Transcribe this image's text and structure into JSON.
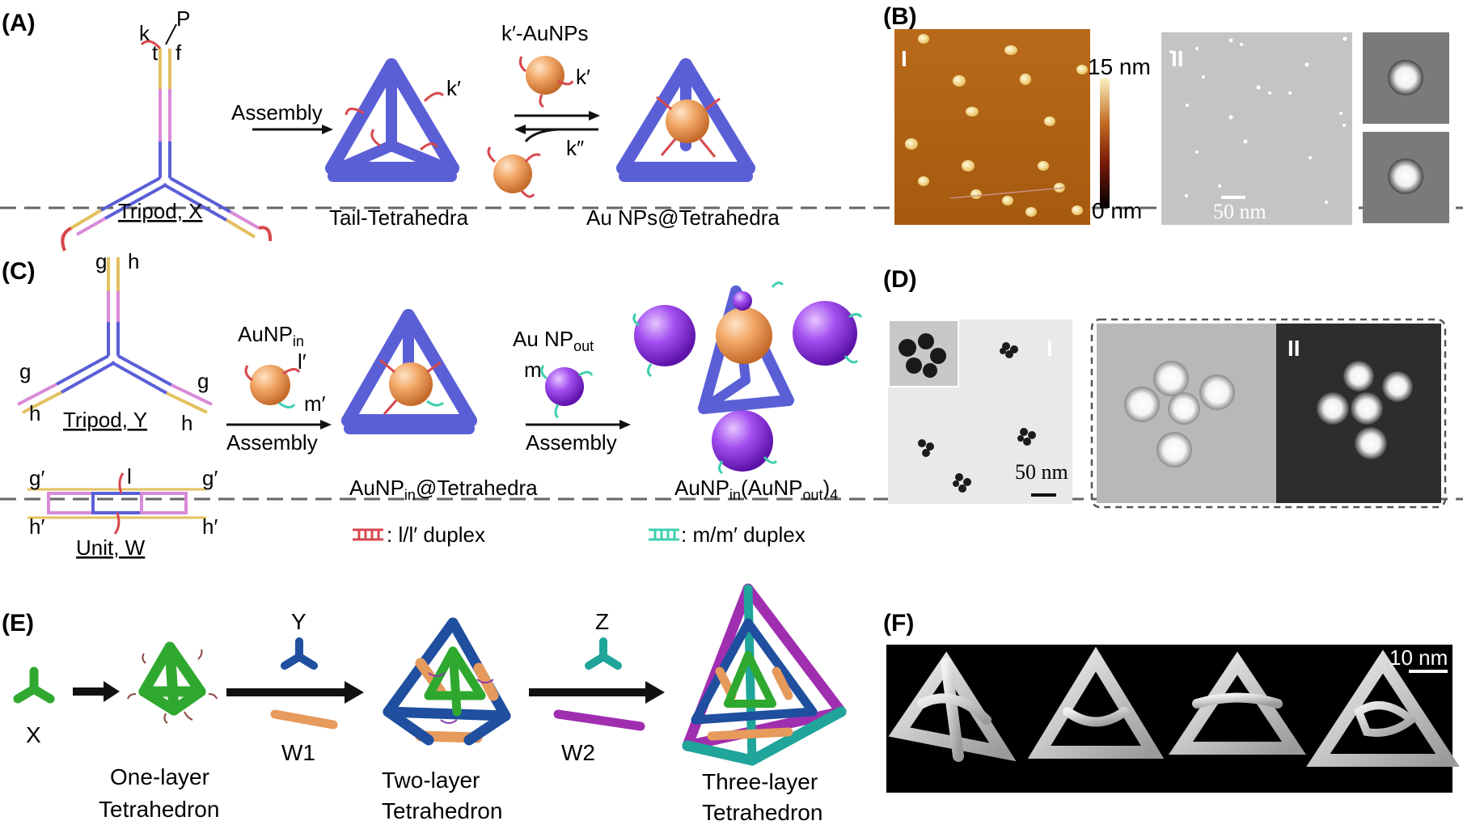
{
  "panels": {
    "A": {
      "letter": "(A)",
      "strand_k": "k",
      "strand_p": "P",
      "strand_t": "t",
      "strand_f": "f",
      "tripod_label": "Tripod, X",
      "arrow1_label": "Assembly",
      "tail_tetra_label": "Tail-Tetrahedra",
      "kprime_label": "k′",
      "kprime_np_label": "k′-AuNPs",
      "kprime_on_np": "k′",
      "kdoubleprime": "k″",
      "au_tetra_label": "Au NPs@Tetrahedra"
    },
    "B": {
      "letter": "(B)",
      "roman_I": "I",
      "roman_II": "II",
      "scale_max": "15 nm",
      "scale_min": "0 nm",
      "scalebar": "50 nm"
    },
    "C": {
      "letter": "(C)",
      "g": "g",
      "h": "h",
      "tripod_label": "Tripod, Y",
      "unit_label": "Unit, W",
      "gprime": "g′",
      "hprime": "h′",
      "l": "l",
      "np_in": "AuNP",
      "np_in_sub": "in",
      "lprime": "l′",
      "mprime": "m′",
      "assembly1": "Assembly",
      "in_tetra": "AuNP",
      "in_tetra_sub": "in",
      "in_tetra_rest": "@Tetrahedra",
      "np_out": "Au NP",
      "np_out_sub": "out",
      "m": "m",
      "assembly2": "Assembly",
      "final_a": "AuNP",
      "final_sub1": "in",
      "final_b": "(AuNP",
      "final_sub2": "out",
      "final_c": ")",
      "final_sub3": "4",
      "legend_red": ": l/l′ duplex",
      "legend_teal": " : m/m′ duplex"
    },
    "D": {
      "letter": "(D)",
      "roman_I": "I",
      "roman_II": "II",
      "scalebar": "50 nm"
    },
    "E": {
      "letter": "(E)",
      "x": "X",
      "one_layer_1": "One-layer",
      "one_layer_2": "Tetrahedron",
      "y": "Y",
      "w1": "W1",
      "two_layer_1": "Two-layer",
      "two_layer_2": "Tetrahedron",
      "z": "Z",
      "w2": "W2",
      "three_layer_1": "Three-layer",
      "three_layer_2": "Tetrahedron"
    },
    "F": {
      "letter": "(F)",
      "scalebar": "10 nm"
    }
  },
  "colors": {
    "dna_blue": "#5b5fd6",
    "dna_pink": "#d98ad8",
    "dna_yellow": "#e3c060",
    "strand_red": "#d7474d",
    "strand_teal": "#3fcfae",
    "gold_np": "#f0a060",
    "purple_np": "#9a3ee0",
    "green_layer": "#2fa82f",
    "navy_layer": "#1f4f9e",
    "orange_layer": "#e69a5c",
    "teal_layer": "#1fa59a",
    "magenta_layer": "#a02fb0",
    "afm_brown": "#b26412",
    "divider_gray": "#666666"
  }
}
